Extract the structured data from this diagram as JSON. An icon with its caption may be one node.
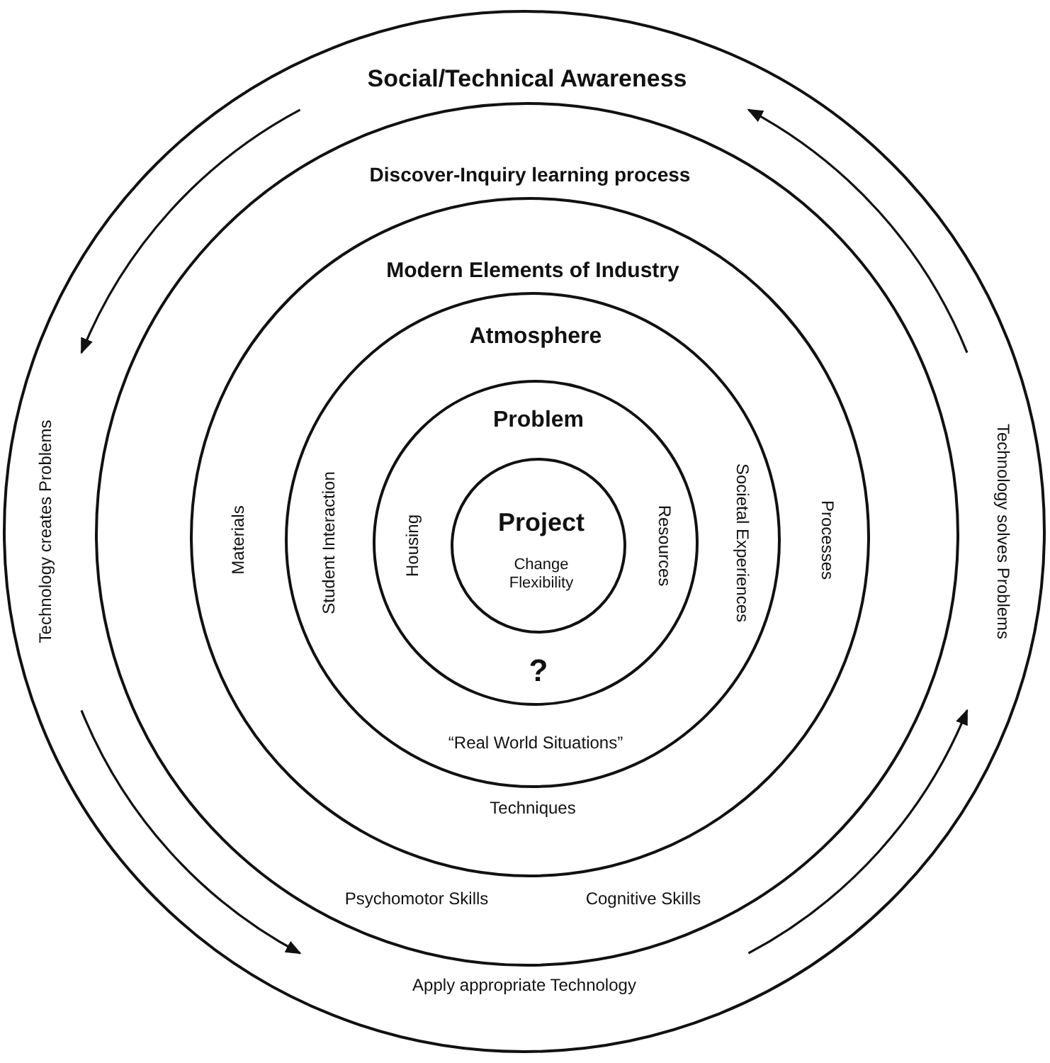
{
  "diagram": {
    "nodes": [
      {
        "text": [
          "Social/Technical Awareness"
        ]
      },
      {
        "text": [
          "Discover-Inquiry learning process",
          "Psychomotor Skills",
          "Cognitive Skills"
        ],
        "in": 0
      },
      {
        "text": [
          "Modern Elements of Industry",
          "Materials",
          "Techniques",
          "Processes"
        ],
        "in": 1
      },
      {
        "text": [
          "Atmosphere",
          "Student Interaction",
          "Societal Experiences",
          "“Real World Situations”"
        ],
        "in": 2
      },
      {
        "text": [
          "Problem",
          "Housing",
          "Resources",
          "?"
        ],
        "in": 3
      },
      {
        "text": [
          "Project",
          "Change Flexibility"
        ],
        "in": 4
      }
    ],
    "labels": [
      "Technology creates Problems",
      "Technology solves Problems",
      "Apply appropriate Technology"
    ]
  }
}
